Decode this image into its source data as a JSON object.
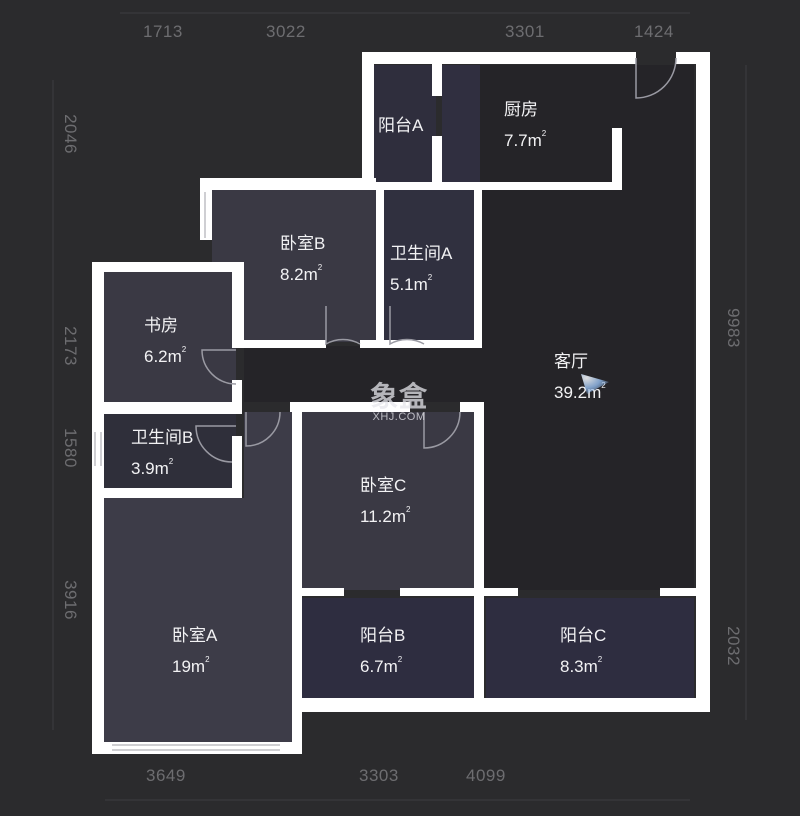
{
  "floorplan": {
    "title": "",
    "background_color": "#2b2b2d",
    "wall_color": "#ffffff",
    "room_fill_color": "#33323f",
    "dimensions": {
      "top": [
        "1713",
        "3022",
        "3301",
        "1424"
      ],
      "bottom": [
        "3649",
        "3303",
        "4099"
      ],
      "left": [
        "2046",
        "2173",
        "1580",
        "3916"
      ],
      "right": [
        "9983",
        "2032"
      ]
    },
    "rooms": [
      {
        "id": "balcony-a",
        "name": "阳台A",
        "area": ""
      },
      {
        "id": "kitchen",
        "name": "厨房",
        "area": "7.7m",
        "unit_sup": "2"
      },
      {
        "id": "bedroom-b",
        "name": "卧室B",
        "area": "8.2m",
        "unit_sup": "2"
      },
      {
        "id": "bathroom-a",
        "name": "卫生间A",
        "area": "5.1m",
        "unit_sup": "2"
      },
      {
        "id": "study",
        "name": "书房",
        "area": "6.2m",
        "unit_sup": "2"
      },
      {
        "id": "living-room",
        "name": "客厅",
        "area": "39.2m",
        "unit_sup": "2"
      },
      {
        "id": "bathroom-b",
        "name": "卫生间B",
        "area": "3.9m",
        "unit_sup": "2"
      },
      {
        "id": "bedroom-c",
        "name": "卧室C",
        "area": "11.2m",
        "unit_sup": "2"
      },
      {
        "id": "bedroom-a",
        "name": "卧室A",
        "area": "19m",
        "unit_sup": "2"
      },
      {
        "id": "balcony-b",
        "name": "阳台B",
        "area": "6.7m",
        "unit_sup": "2"
      },
      {
        "id": "balcony-c",
        "name": "阳台C",
        "area": "8.3m",
        "unit_sup": "2"
      }
    ],
    "watermark": {
      "logo": "象盒",
      "url": "XHJ.COM"
    },
    "compass_icon": "view-direction-icon"
  }
}
